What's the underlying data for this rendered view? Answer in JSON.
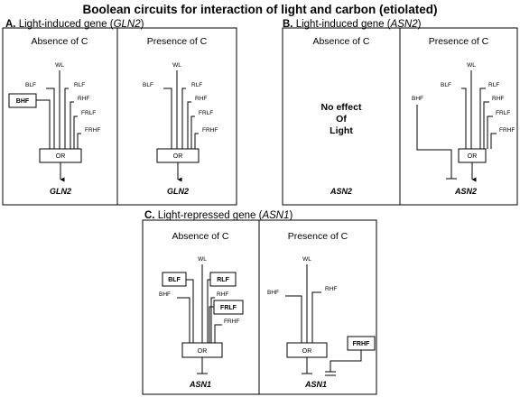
{
  "title": "Boolean circuits for interaction of light and carbon (etiolated)",
  "panels": {
    "A": {
      "letter": "A.",
      "name": "Light-induced gene",
      "gene_open": "(",
      "gene_italic": "GLN2",
      "gene_close": ")",
      "absence": {
        "header": "Absence of C",
        "inputs": [
          "WL",
          "BLF",
          "RLF",
          "RHF",
          "FRLF",
          "FRHF"
        ],
        "boxed_input": "BHF",
        "gate": "OR",
        "output": "GLN2"
      },
      "presence": {
        "header": "Presence of C",
        "inputs": [
          "WL",
          "BLF",
          "RLF",
          "RHF",
          "FRLF",
          "FRHF"
        ],
        "gate": "OR",
        "output": "GLN2"
      }
    },
    "B": {
      "letter": "B.",
      "name": "Light-induced gene",
      "gene_open": "(",
      "gene_italic": "ASN2",
      "gene_close": ")",
      "absence": {
        "header": "Absence of C",
        "no_effect_lines": [
          "No effect",
          "Of",
          "Light"
        ],
        "output": "ASN2"
      },
      "presence": {
        "header": "Presence of C",
        "inputs": [
          "WL",
          "BLF",
          "RLF",
          "RHF",
          "FRLF",
          "FRHF"
        ],
        "inhibitor": "BHF",
        "gate": "OR",
        "output": "ASN2"
      }
    },
    "C": {
      "letter": "C.",
      "name": "Light-repressed gene",
      "gene_open": "(",
      "gene_italic": "ASN1",
      "gene_close": ")",
      "absence": {
        "header": "Absence of C",
        "inputs": [
          "WL",
          "BHF",
          "RHF",
          "FRHF"
        ],
        "boxed_inputs": [
          "BLF",
          "RLF",
          "FRLF"
        ],
        "gate": "OR",
        "output": "ASN1"
      },
      "presence": {
        "header": "Presence of C",
        "inputs": [
          "WL",
          "BHF",
          "RHF"
        ],
        "boxed_input": "FRHF",
        "gate": "OR",
        "output": "ASN1"
      }
    }
  }
}
